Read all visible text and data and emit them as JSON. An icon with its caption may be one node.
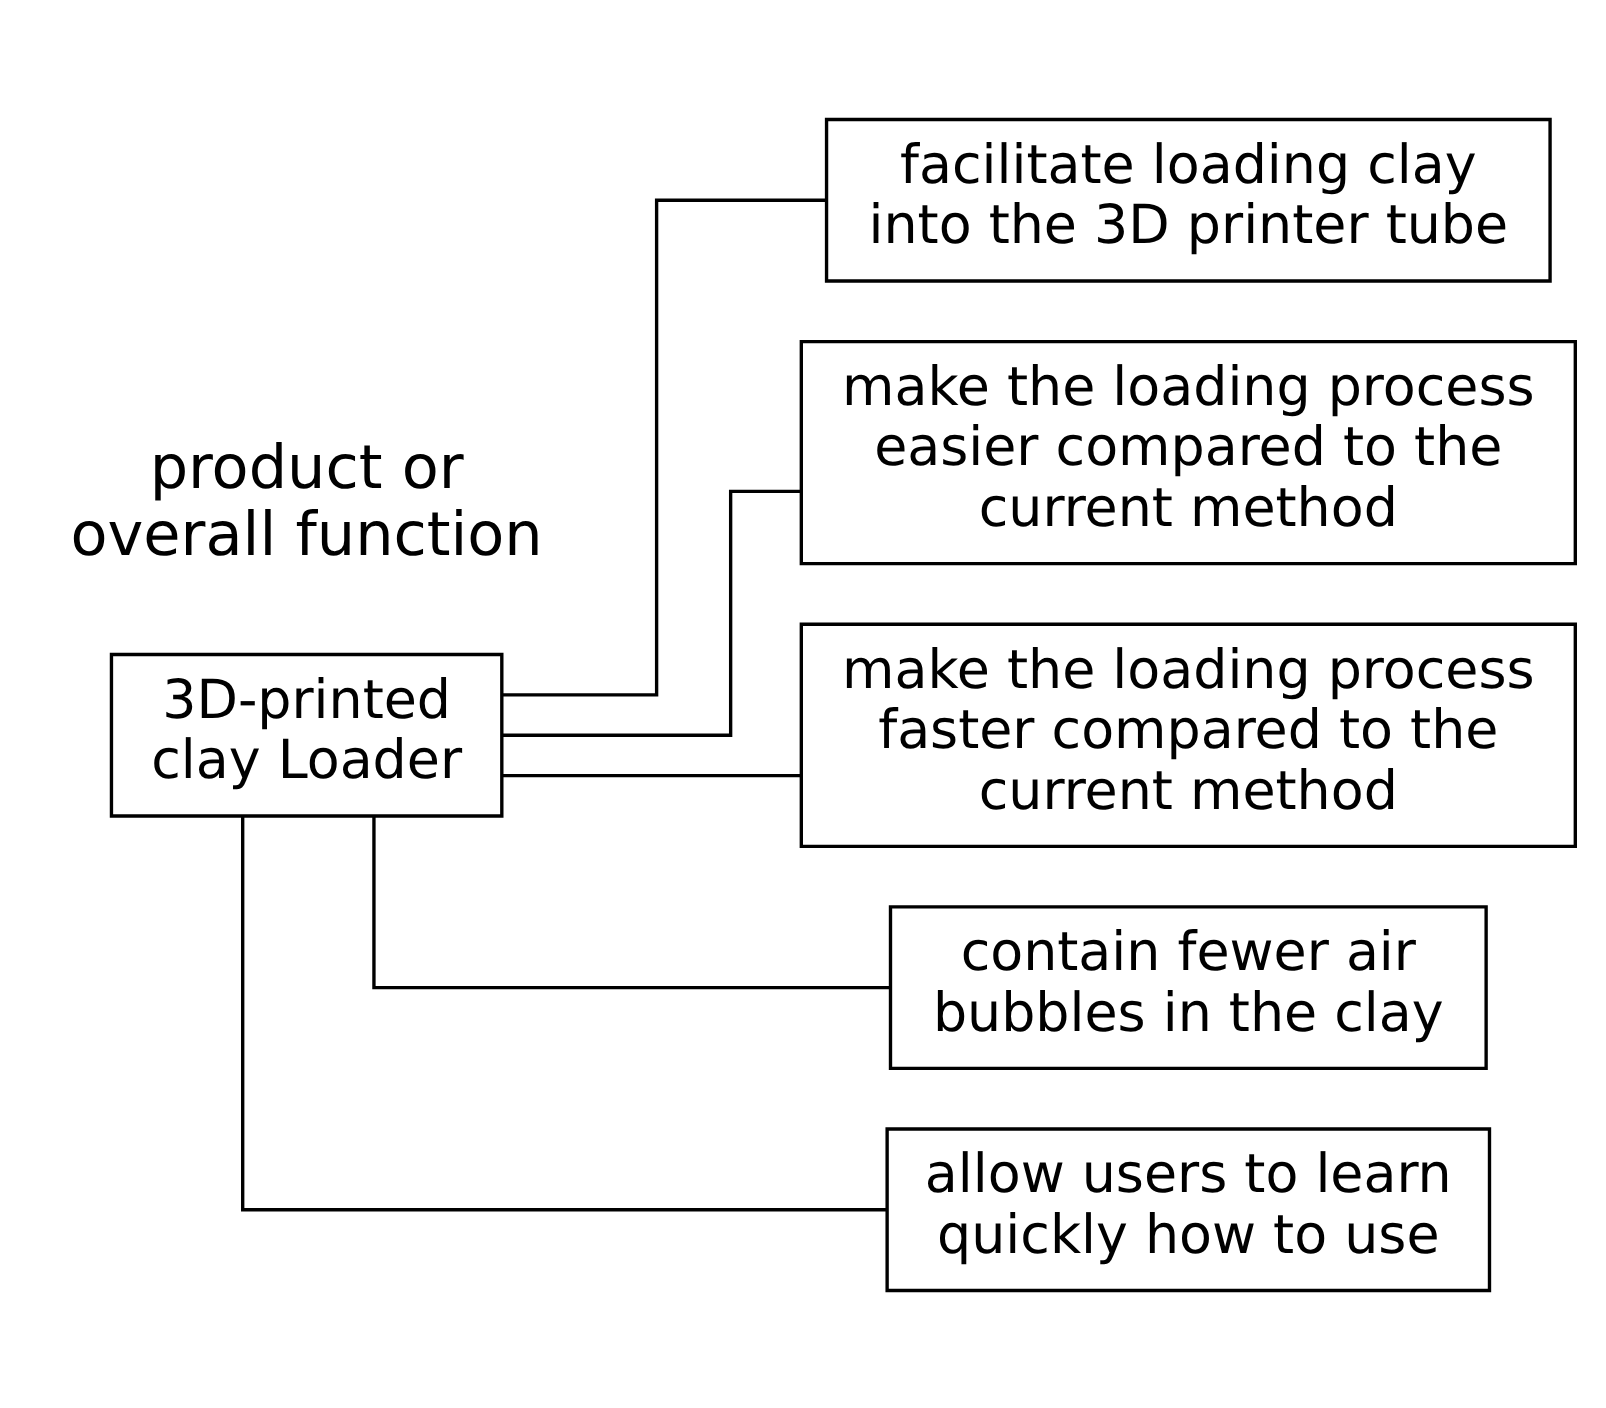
{
  "diagram": {
    "nodes": [
      {
        "text": [
          "3D-printed clay Loader"
        ]
      },
      {
        "text": [
          "facilitate loading clay into the 3D printer tube"
        ]
      },
      {
        "text": [
          "make the loading process easier compared to the current method"
        ]
      },
      {
        "text": [
          "make the loading process faster compared to the current method"
        ]
      },
      {
        "text": [
          "contain fewer air bubbles in the clay"
        ]
      },
      {
        "text": [
          "allow users to learn quickly how to use"
        ]
      }
    ],
    "edges": [
      {
        "from": 0,
        "to": 1,
        "arrow": "none"
      },
      {
        "from": 0,
        "to": 2,
        "arrow": "none"
      },
      {
        "from": 0,
        "to": 3,
        "arrow": "none"
      },
      {
        "from": 0,
        "to": 4,
        "arrow": "none"
      },
      {
        "from": 0,
        "to": 5,
        "arrow": "none"
      }
    ],
    "labels": [
      "product or overall function"
    ]
  }
}
